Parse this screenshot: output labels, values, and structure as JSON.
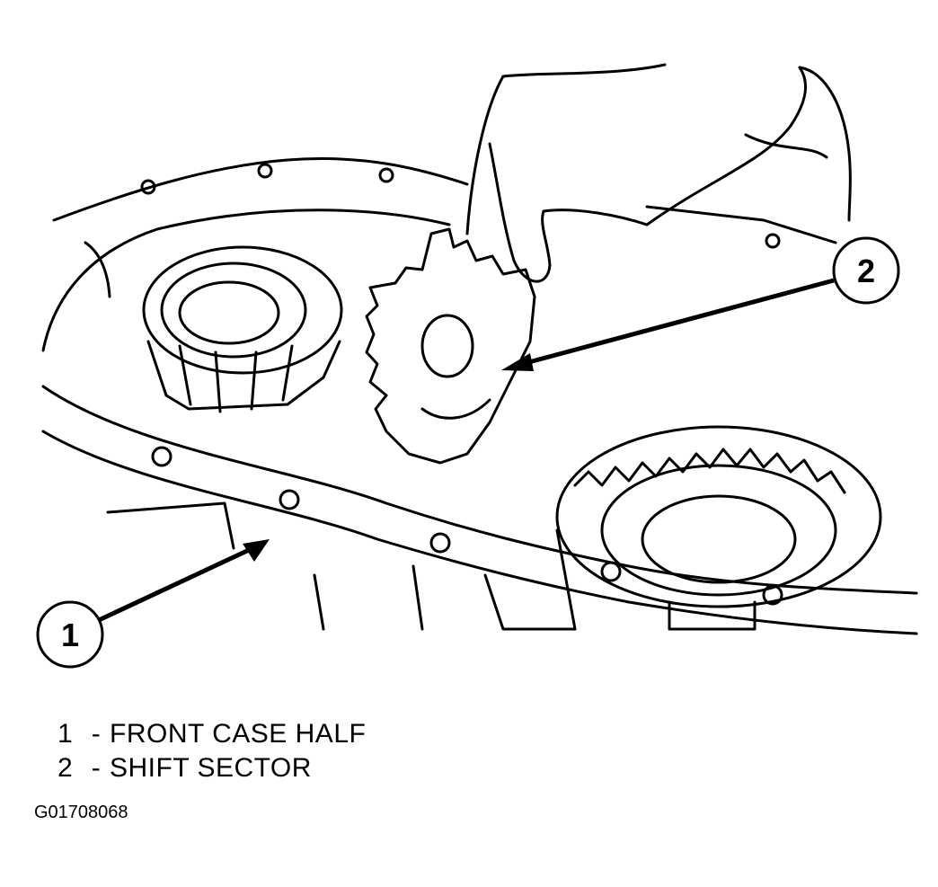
{
  "callouts": [
    {
      "number": "1",
      "label": "FRONT CASE HALF"
    },
    {
      "number": "2",
      "label": "SHIFT SECTOR"
    }
  ],
  "legend_separator": "-",
  "figure_id": "G01708068"
}
